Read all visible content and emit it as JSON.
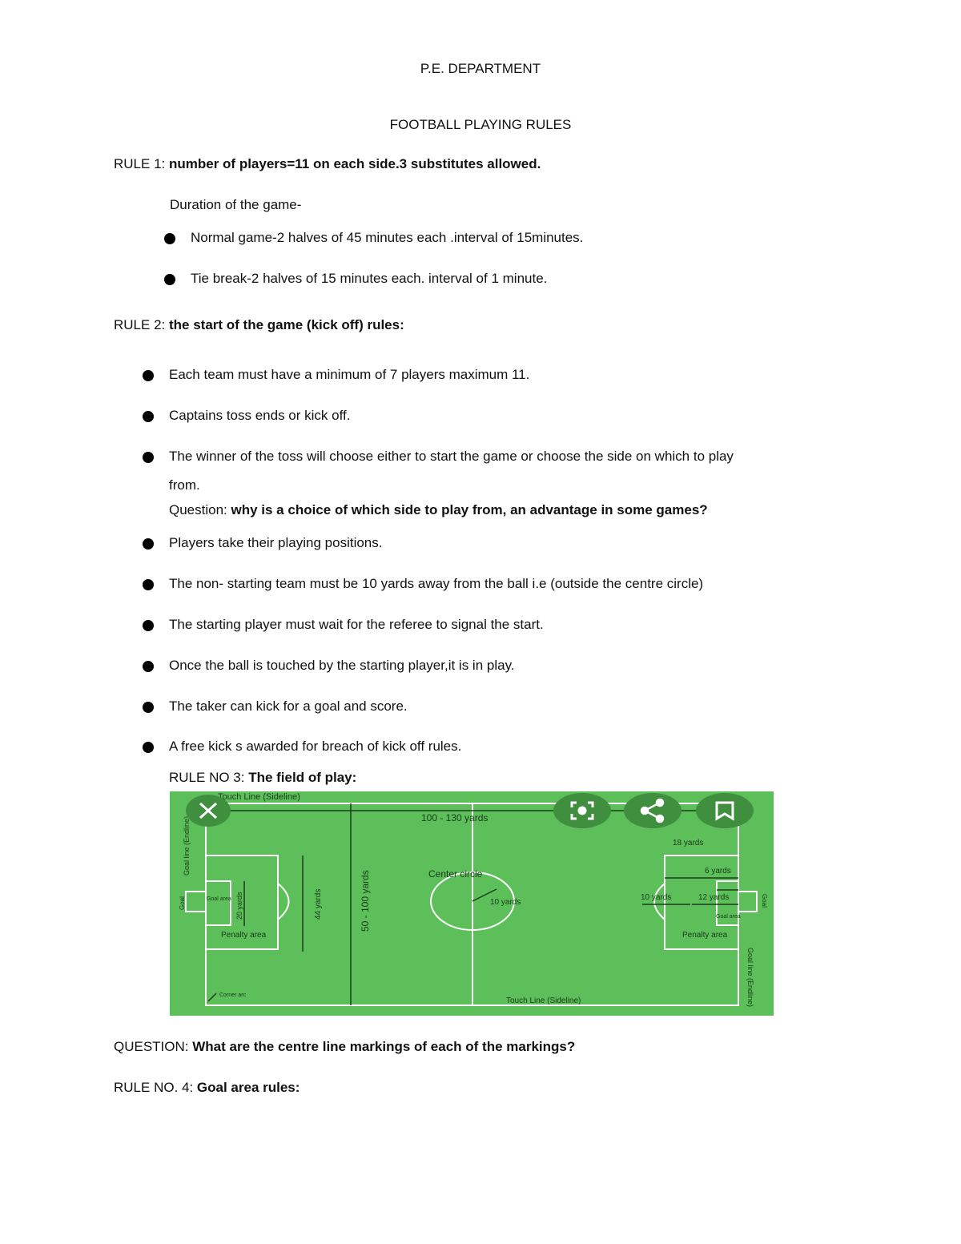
{
  "header": {
    "department": "P.E. DEPARTMENT",
    "title": "FOOTBALL PLAYING RULES"
  },
  "rule1": {
    "label": "RULE 1: ",
    "text": "number of players=11 on each side.3 substitutes allowed.",
    "duration_heading": "Duration of the game-",
    "bullets": [
      "Normal game-2 halves of 45 minutes each .interval of 15minutes.",
      "Tie break-2 halves of 15 minutes each. interval of 1 minute."
    ]
  },
  "rule2": {
    "label": "RULE 2: ",
    "text": "the start of the game (kick off) rules:",
    "bullets": [
      "Each team must have a minimum of 7 players maximum 11.",
      "Captains toss ends or kick off.",
      "The winner of the toss will choose either to start the game or choose the side on which to play",
      "Players take their playing positions.",
      "The non- starting team must be 10 yards away from the ball i.e (outside the centre circle)",
      "The starting player must wait for the referee to signal the start.",
      "Once the ball is touched by the starting player,it is in play.",
      "The taker can kick for a goal and score.",
      "A free kick s awarded for breach of kick off rules."
    ],
    "bullet3_continuation": "from.",
    "question_label": "Question: ",
    "question_text": "why is a choice of which side to play from, an advantage in some games?"
  },
  "rule3": {
    "label": "RULE NO 3: ",
    "text": "The field of play:"
  },
  "field_image": {
    "colors": {
      "grass": "#5cbf5a",
      "lines": "#ffffff",
      "button": "#3f8f3f"
    },
    "labels": {
      "touch_line_top": "Touch Line (Sideline)",
      "touch_line_bottom": "Touch Line (Sideline)",
      "length": "100 - 130 yards",
      "width": "50 - 100 yards",
      "center_circle": "Center circle",
      "radius": "10 yards",
      "goal_line_left": "Goal line (Endline)",
      "goal_line_right": "Goal line (Endline)",
      "goal_left": "Goal",
      "goal_right": "Goal",
      "goal_area_left": "Goal area",
      "goal_area_right": "Goal area",
      "penalty_area_left": "Penalty area",
      "penalty_area_right": "Penalty area",
      "yards_20": "20 yards",
      "yards_44": "44 yards",
      "yards_18": "18 yards",
      "yards_6": "6 yards",
      "yards_10": "10 yards",
      "yards_12": "12 yards",
      "corner_arc": "Corner arc"
    },
    "overlay_icons": [
      "close-icon",
      "lens-scan-icon",
      "share-icon",
      "bookmark-icon"
    ]
  },
  "question2": {
    "label": "QUESTION: ",
    "text": "What are the centre line markings of each of the markings?"
  },
  "rule4": {
    "label": "RULE NO. 4: ",
    "text": "Goal area rules:"
  }
}
